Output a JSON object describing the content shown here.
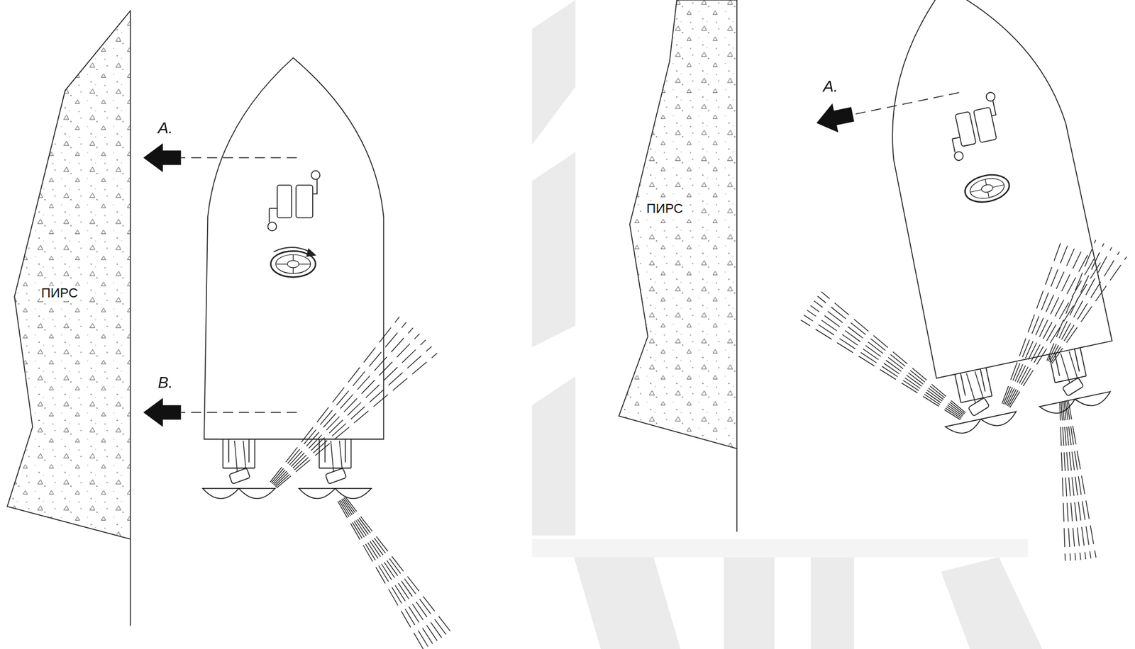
{
  "diagram": {
    "nodes": [
      {
        "text": [
          "ПИРС"
        ]
      },
      {
        "text": [
          "ПИРС"
        ]
      }
    ],
    "labels": [
      "A.",
      "B.",
      "A."
    ]
  }
}
